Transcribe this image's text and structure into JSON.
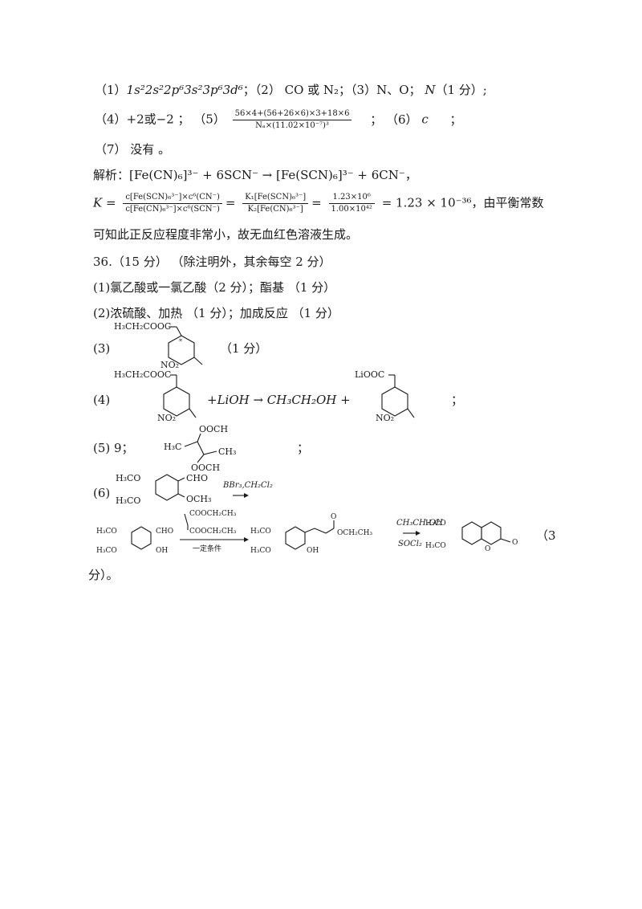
{
  "answers": {
    "l1_a": "（1）",
    "l1_config": "1s²2s²2p⁶3s²3p⁶3d⁶",
    "l1_b": "；（2） CO 或 N₂；（3）N、O；",
    "l1_n": "N",
    "l1_c": "（1 分）;",
    "l2_a": "（4）+2或−2 ；   （5）",
    "l2_num": "56×4+(56+26×6)×3+18×6",
    "l2_den": "Nₐ×(11.02×10⁻⁷)³",
    "l2_b": "；   （6）",
    "l2_c": "c",
    "l2_d": "；",
    "l3": "（7） 没有 。",
    "l4": "解析：[Fe(CN)₆]³⁻ + 6SCN⁻ → [Fe(SCN)₆]³⁻ + 6CN⁻，",
    "l5_k": "K =",
    "l5_num1": "c[Fe(SCN)₆³⁻]×c⁶(CN⁻)",
    "l5_den1": "c[Fe(CN)₆³⁻]×c⁶(SCN⁻)",
    "l5_num2": "K₁[Fe(SCN)₆³⁻]",
    "l5_den2": "K₂[Fe(CN)₆³⁻]",
    "l5_num3": "1.23×10⁶",
    "l5_den3": "1.00×10⁴²",
    "l5_result": "= 1.23 × 10⁻³⁶，由平衡常数",
    "l6": "可知此正反应程度非常小，故无血红色溶液生成。",
    "l7": "36.（15 分）  （除注明外，其余每空 2 分）",
    "l8": "(1)氯乙酸或一氯乙酸（2 分）；酯基  （1 分）",
    "l9": "(2)浓硫酸、加热  （1 分）；加成反应  （1 分）",
    "l10_label": "(3)",
    "l10_score": "（1 分）",
    "l11_label": "(4)",
    "l11_mid": "+LiOH →  CH₃CH₂OH  +",
    "l11_end": "；",
    "l12_label": "(5) 9；",
    "l12_end": "；",
    "l13_label": "(6)",
    "l15_score": "（3",
    "l16": "分）。"
  },
  "structures": {
    "s3_top": "H₃CH₂COOC",
    "s3_no2": "NO₂",
    "s4a_top": "H₃CH₂COOC",
    "s4a_no2": "NO₂",
    "s4b_top": "LiOOC",
    "s4b_no2": "NO₂",
    "s5_top": "OOCH",
    "s5_left": "H₃C",
    "s5_right": "CH₃",
    "s5_bottom": "OOCH",
    "s6_h3co1": "H₃CO",
    "s6_h3co2": "H₃CO",
    "s6_cho": "CHO",
    "s6_och3": "OCH₃",
    "s6_reagent": "BBr₃,CH₂Cl₂",
    "r1_h3co1": "H₃CO",
    "r1_h3co2": "H₃CO",
    "r1_cho": "CHO",
    "r1_oh": "OH",
    "r1_ester1": "COOCH₂CH₃",
    "r1_ester2": "COOCH₂CH₃",
    "r1_cond": "一定条件",
    "r2_h3co1": "H₃CO",
    "r2_h3co2": "H₃CO",
    "r2_o": "O",
    "r2_ester": "OCH₂CH₃",
    "r2_oh": "OH",
    "r3_reagent1": "CH₃CH₂OH",
    "r3_reagent2": "SOCl₂",
    "r3_h3co1": "H₃CO",
    "r3_h3co2": "H₃CO",
    "r3_o1": "O",
    "r3_o2": "O"
  }
}
